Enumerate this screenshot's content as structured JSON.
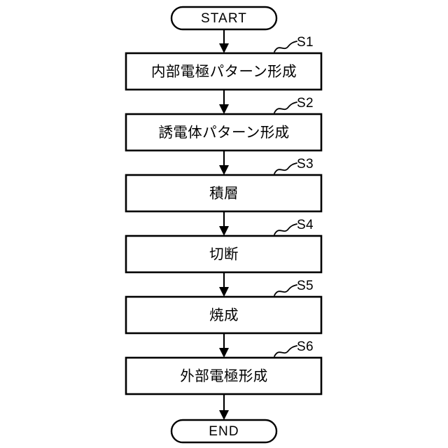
{
  "diagram": {
    "type": "flowchart",
    "orientation": "vertical",
    "background_color": "#ffffff",
    "line_color": "#000000",
    "shape_fill": "#ffffff",
    "start": {
      "id": "start",
      "shape": "terminator",
      "label": "START"
    },
    "end": {
      "id": "end",
      "shape": "terminator",
      "label": "END"
    },
    "steps": [
      {
        "id": "s1",
        "tag": "S1",
        "label": "内部電極パターン形成"
      },
      {
        "id": "s2",
        "tag": "S2",
        "label": "誘電体パターン形成"
      },
      {
        "id": "s3",
        "tag": "S3",
        "label": "積層"
      },
      {
        "id": "s4",
        "tag": "S4",
        "label": "切断"
      },
      {
        "id": "s5",
        "tag": "S5",
        "label": "焼成"
      },
      {
        "id": "s6",
        "tag": "S6",
        "label": "外部電極形成"
      }
    ],
    "connectors": [
      {
        "id": "c0",
        "from": "start",
        "to": "s1",
        "arrow": "down"
      },
      {
        "id": "c1",
        "from": "s1",
        "to": "s2",
        "arrow": "down"
      },
      {
        "id": "c2",
        "from": "s2",
        "to": "s3",
        "arrow": "down"
      },
      {
        "id": "c3",
        "from": "s3",
        "to": "s4",
        "arrow": "down"
      },
      {
        "id": "c4",
        "from": "s4",
        "to": "s5",
        "arrow": "down"
      },
      {
        "id": "c5",
        "from": "s5",
        "to": "s6",
        "arrow": "down"
      },
      {
        "id": "c6",
        "from": "s6",
        "to": "end",
        "arrow": "down"
      }
    ]
  }
}
